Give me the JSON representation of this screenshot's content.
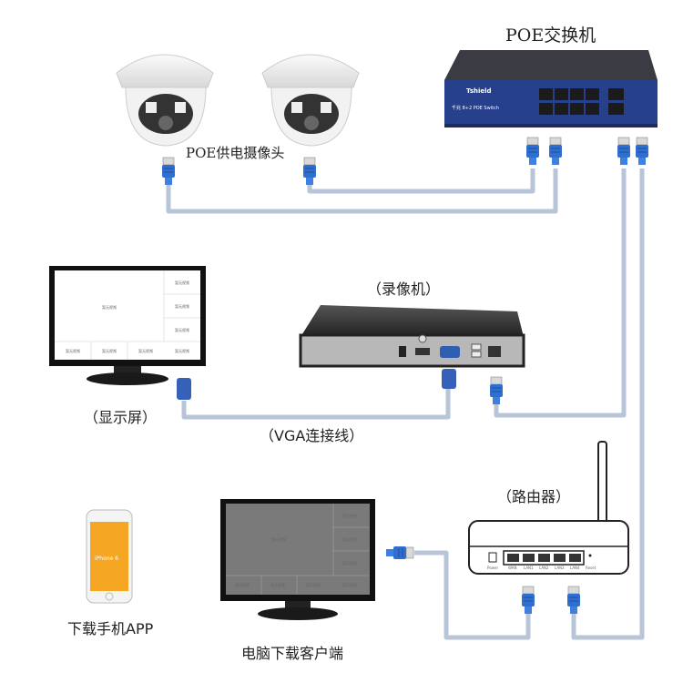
{
  "labels": {
    "switch": "POE交换机",
    "cameras": "POE供电摄像头",
    "nvr": "（录像机）",
    "monitor": "（显示屏）",
    "vga_cable": "（VGA连接线）",
    "router": "（路由器）",
    "pc_client": "电脑下载客户端",
    "phone_app": "下载手机APP"
  },
  "switch_device": {
    "brand": "Tshield",
    "model_text": "千兆 8+2 POE Switch"
  },
  "router_ports": [
    "WAN",
    "LAN1",
    "LAN2",
    "LAN3",
    "LAN4"
  ],
  "router_power": "Power",
  "router_reset": "Reset",
  "phone_screen": "iPhone 6",
  "monitor_tile": "暂无视频",
  "colors": {
    "cable": "#b8c4d8",
    "connector": "#2f6fd0",
    "switch_face": "#27408b"
  }
}
